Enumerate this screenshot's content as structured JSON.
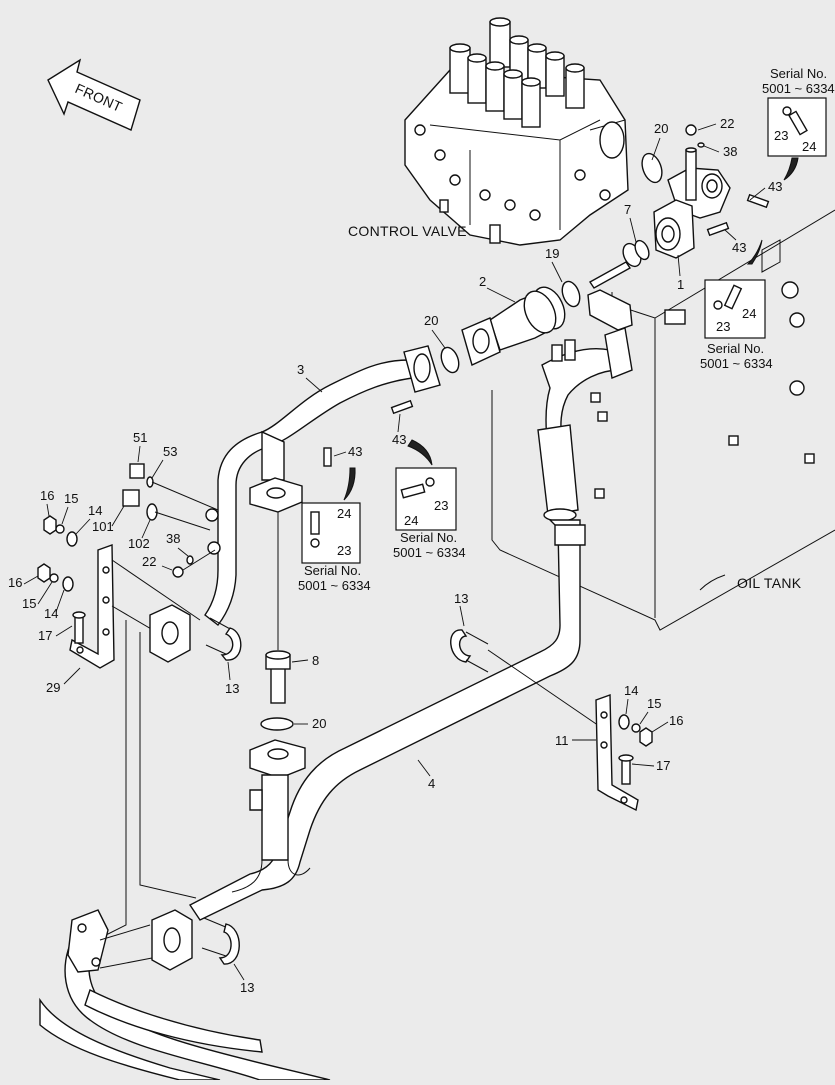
{
  "labels": {
    "front": "FRONT",
    "control_valve": "CONTROL VALVE",
    "oil_tank": "OIL TANK",
    "serial_heading": "Serial No.",
    "serial_range": "5001 ~ 6334"
  },
  "callouts": {
    "p1": "1",
    "p2": "2",
    "p3": "3",
    "p4": "4",
    "p7": "7",
    "p8": "8",
    "p11": "11",
    "p13a": "13",
    "p13b": "13",
    "p13c": "13",
    "p14a": "14",
    "p14b": "14",
    "p14c": "14",
    "p15a": "15",
    "p15b": "15",
    "p15c": "15",
    "p16a": "16",
    "p16b": "16",
    "p16c": "16",
    "p17a": "17",
    "p17b": "17",
    "p19": "19",
    "p20a": "20",
    "p20b": "20",
    "p20c": "20",
    "p22a": "22",
    "p22b": "22",
    "p23a": "23",
    "p23b": "23",
    "p23c": "23",
    "p23d": "23",
    "p24a": "24",
    "p24b": "24",
    "p24c": "24",
    "p24d": "24",
    "p29": "29",
    "p38a": "38",
    "p38b": "38",
    "p43a": "43",
    "p43b": "43",
    "p43c": "43",
    "p43d": "43",
    "p51": "51",
    "p53": "53",
    "p101": "101",
    "p102": "102"
  },
  "colors": {
    "background": "#ebebeb",
    "line": "#111111",
    "part_fill": "#ffffff"
  }
}
